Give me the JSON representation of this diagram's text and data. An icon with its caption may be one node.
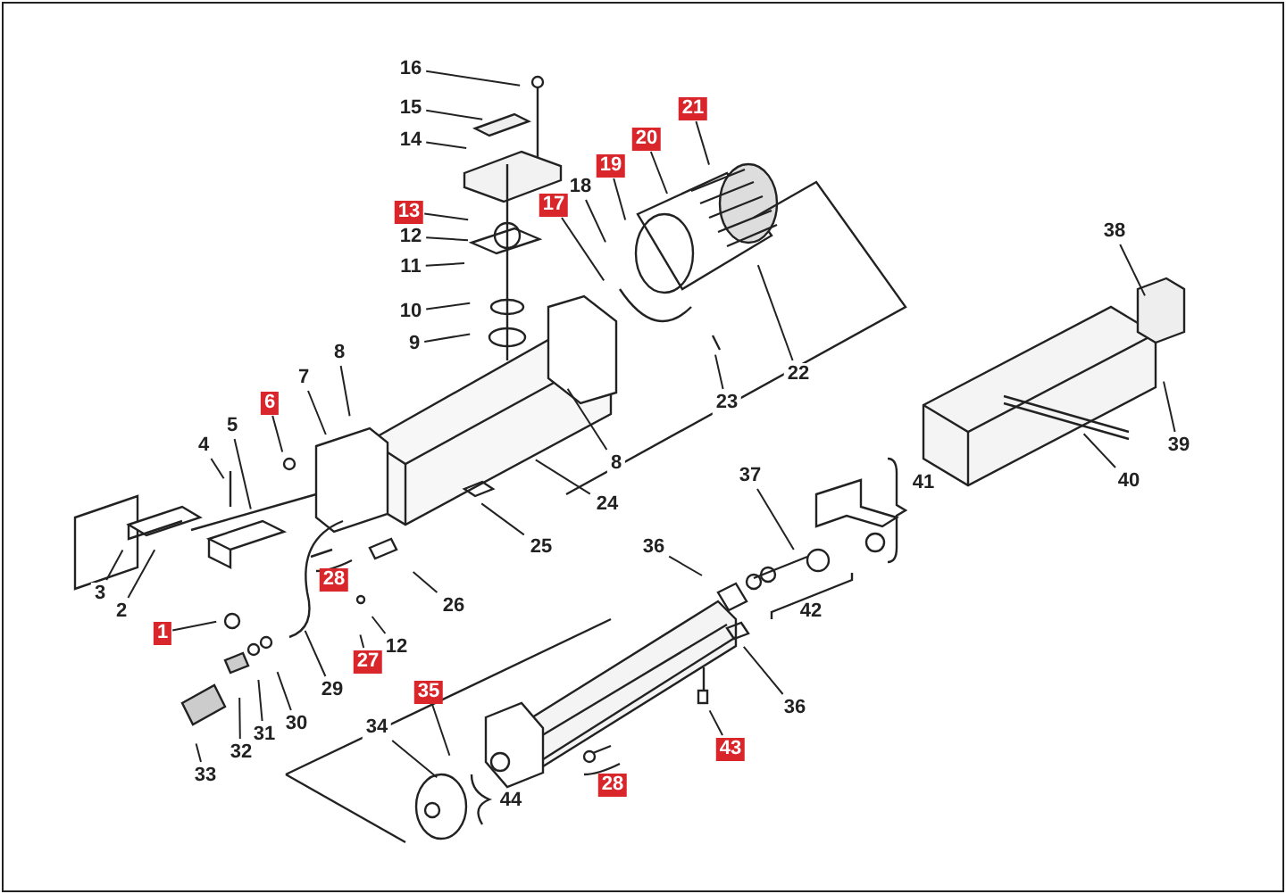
{
  "diagram": {
    "nodes": [
      {
        "text": [
          "16"
        ]
      },
      {
        "text": [
          "15"
        ]
      },
      {
        "text": [
          "14"
        ]
      },
      {
        "text": [
          "21"
        ]
      },
      {
        "text": [
          "20"
        ]
      },
      {
        "text": [
          "19"
        ]
      },
      {
        "text": [
          "18"
        ]
      },
      {
        "text": [
          "13"
        ]
      },
      {
        "text": [
          "17"
        ]
      },
      {
        "text": [
          "12"
        ]
      },
      {
        "text": [
          "11"
        ]
      },
      {
        "text": [
          "38"
        ]
      },
      {
        "text": [
          "10"
        ]
      },
      {
        "text": [
          "9"
        ]
      },
      {
        "text": [
          "8"
        ]
      },
      {
        "text": [
          "22"
        ]
      },
      {
        "text": [
          "7"
        ]
      },
      {
        "text": [
          "6"
        ]
      },
      {
        "text": [
          "23"
        ]
      },
      {
        "text": [
          "5"
        ]
      },
      {
        "text": [
          "4"
        ]
      },
      {
        "text": [
          "39"
        ]
      },
      {
        "text": [
          "8"
        ]
      },
      {
        "text": [
          "37"
        ]
      },
      {
        "text": [
          "40"
        ]
      },
      {
        "text": [
          "24"
        ]
      },
      {
        "text": [
          "25"
        ]
      },
      {
        "text": [
          "36"
        ]
      },
      {
        "text": [
          "3"
        ]
      },
      {
        "text": [
          "26"
        ]
      },
      {
        "text": [
          "2"
        ]
      },
      {
        "text": [
          "1"
        ]
      },
      {
        "text": [
          "12"
        ]
      },
      {
        "text": [
          "27"
        ]
      },
      {
        "text": [
          "29"
        ]
      },
      {
        "text": [
          "35"
        ]
      },
      {
        "text": [
          "36"
        ]
      },
      {
        "text": [
          "30"
        ]
      },
      {
        "text": [
          "34"
        ]
      },
      {
        "text": [
          "31"
        ]
      },
      {
        "text": [
          "43"
        ]
      },
      {
        "text": [
          "32"
        ]
      },
      {
        "text": [
          "33"
        ]
      },
      {
        "text": [
          "28"
        ]
      },
      {
        "text": [
          "28"
        ]
      }
    ],
    "edges": [
      {
        "from": 0,
        "to": null,
        "arrow": "none"
      },
      {
        "from": 1,
        "to": null,
        "arrow": "none"
      },
      {
        "from": 2,
        "to": null,
        "arrow": "none"
      },
      {
        "from": 3,
        "to": null,
        "arrow": "none"
      },
      {
        "from": 4,
        "to": null,
        "arrow": "none"
      },
      {
        "from": 5,
        "to": null,
        "arrow": "none"
      },
      {
        "from": 6,
        "to": null,
        "arrow": "none"
      },
      {
        "from": 7,
        "to": null,
        "arrow": "none"
      },
      {
        "from": 8,
        "to": null,
        "arrow": "none"
      },
      {
        "from": 9,
        "to": null,
        "arrow": "none"
      },
      {
        "from": 10,
        "to": null,
        "arrow": "none"
      },
      {
        "from": 11,
        "to": null,
        "arrow": "none"
      },
      {
        "from": 12,
        "to": null,
        "arrow": "none"
      },
      {
        "from": 13,
        "to": null,
        "arrow": "none"
      },
      {
        "from": 14,
        "to": null,
        "arrow": "none"
      },
      {
        "from": 15,
        "to": null,
        "arrow": "none"
      },
      {
        "from": 16,
        "to": null,
        "arrow": "none"
      },
      {
        "from": 17,
        "to": null,
        "arrow": "none"
      },
      {
        "from": 18,
        "to": null,
        "arrow": "none"
      },
      {
        "from": 19,
        "to": null,
        "arrow": "none"
      },
      {
        "from": 20,
        "to": null,
        "arrow": "none"
      },
      {
        "from": 21,
        "to": null,
        "arrow": "none"
      },
      {
        "from": 22,
        "to": null,
        "arrow": "none"
      },
      {
        "from": 23,
        "to": null,
        "arrow": "none"
      },
      {
        "from": 24,
        "to": null,
        "arrow": "none"
      },
      {
        "from": 25,
        "to": null,
        "arrow": "none"
      },
      {
        "from": 26,
        "to": null,
        "arrow": "none"
      },
      {
        "from": 27,
        "to": null,
        "arrow": "none"
      },
      {
        "from": 28,
        "to": null,
        "arrow": "none"
      },
      {
        "from": 29,
        "to": null,
        "arrow": "none"
      },
      {
        "from": 30,
        "to": null,
        "arrow": "none"
      },
      {
        "from": 31,
        "to": null,
        "arrow": "none"
      },
      {
        "from": 32,
        "to": null,
        "arrow": "none"
      },
      {
        "from": 33,
        "to": null,
        "arrow": "none"
      },
      {
        "from": 34,
        "to": null,
        "arrow": "none"
      },
      {
        "from": 35,
        "to": null,
        "arrow": "none"
      },
      {
        "from": 36,
        "to": null,
        "arrow": "none"
      },
      {
        "from": 37,
        "to": null,
        "arrow": "none"
      },
      {
        "from": 38,
        "to": null,
        "arrow": "none"
      },
      {
        "from": 39,
        "to": null,
        "arrow": "none"
      },
      {
        "from": 40,
        "to": null,
        "arrow": "none"
      },
      {
        "from": 41,
        "to": null,
        "arrow": "none"
      },
      {
        "from": 42,
        "to": null,
        "arrow": "none"
      }
    ],
    "labels": [
      "41",
      "42",
      "44"
    ]
  }
}
